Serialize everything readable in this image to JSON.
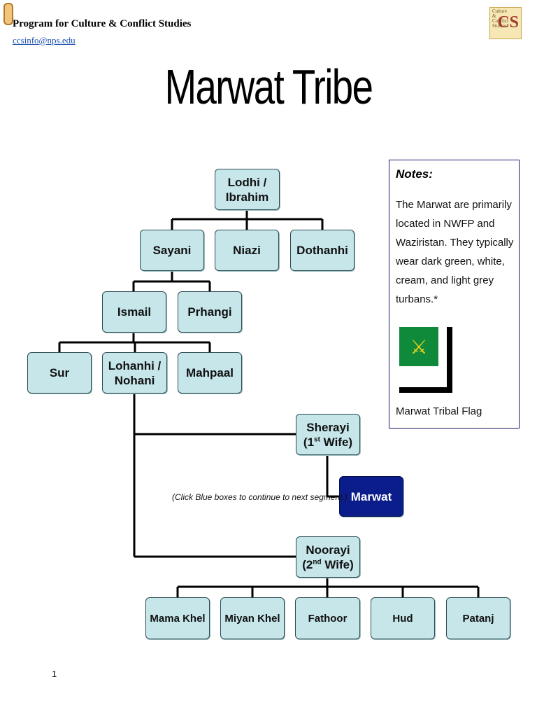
{
  "header": {
    "program": "Program for Culture & Conflict Studies",
    "email": "ccsinfo@nps.edu",
    "logo_text": "Culture\n&\nConflict\nStudies",
    "logo_letter": "CS"
  },
  "title": "Marwat Tribe",
  "nodes": {
    "lodhi": [
      "Lodhi /",
      "Ibrahim"
    ],
    "sayani": "Sayani",
    "niazi": "Niazi",
    "dothanhi": "Dothanhi",
    "ismail": "Ismail",
    "prhangi": "Prhangi",
    "sur": "Sur",
    "lohanhi": [
      "Lohanhi /",
      "Nohani"
    ],
    "mahpaal": "Mahpaal",
    "sherayi": {
      "name": "Sherayi",
      "ord": "1",
      "sup": "st",
      "wife": "Wife"
    },
    "marwat": "Marwat",
    "noorayi": {
      "name": "Noorayi",
      "ord": "2",
      "sup": "nd",
      "wife": "Wife"
    },
    "mama_khel": "Mama Khel",
    "miyan_khel": "Miyan Khel",
    "fathoor": "Fathoor",
    "hud": "Hud",
    "patanj": "Patanj"
  },
  "hint": "(Click Blue boxes to continue to next segment.)",
  "notes": {
    "title": "Notes:",
    "body": "The Marwat are primarily located in NWFP and Waziristan. They typically wear dark green, white, cream, and light grey turbans.*",
    "flag_caption": "Marwat Tribal Flag"
  },
  "page_number": "1",
  "colors": {
    "node_fill": "#c6e6ea",
    "link_node_fill": "#0a1d8a",
    "flag_green": "#0f8a3a",
    "flag_emblem": "#f2d21a"
  },
  "icons": {
    "scroll": "scroll-icon",
    "flag_emblem": "crossed-axes-icon"
  }
}
